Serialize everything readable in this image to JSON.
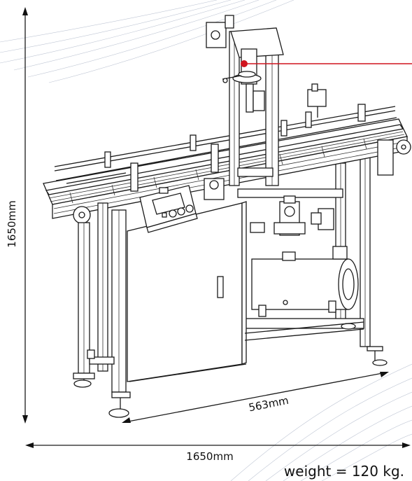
{
  "dimensions": {
    "height_label": "1650mm",
    "depth_label": "563mm",
    "width_label": "1650mm"
  },
  "weight_label": "weight = 120 kg.",
  "colors": {
    "indicator": "#d0141e",
    "line": "#1a1a1a",
    "background_swirl": "#bfc6d4"
  }
}
